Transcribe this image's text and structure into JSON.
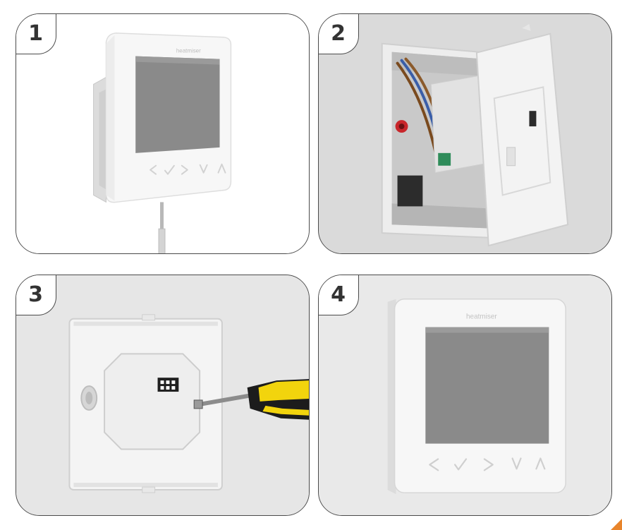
{
  "steps": [
    {
      "number": "1"
    },
    {
      "number": "2"
    },
    {
      "number": "3"
    },
    {
      "number": "4"
    }
  ],
  "device": {
    "brand": "heatmiser",
    "keys": [
      "<",
      "✓",
      ">",
      "V",
      "Λ"
    ]
  },
  "colors": {
    "panel_border": "#4a4a4a",
    "screen": "#8a8a8a",
    "device_body": "#f7f7f7",
    "screwdriver_handle": "#f2d40d",
    "accent": "#e8842b"
  }
}
